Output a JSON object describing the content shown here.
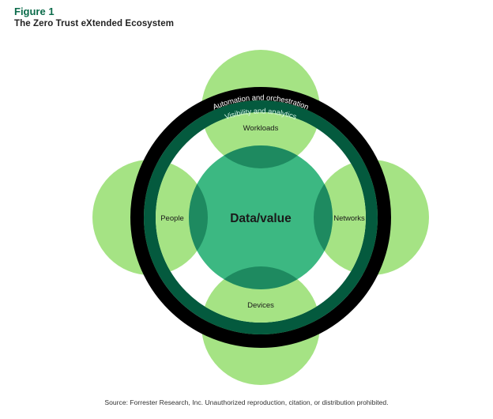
{
  "figure": {
    "label": "Figure 1",
    "title": "The Zero Trust eXtended Ecosystem"
  },
  "diagram": {
    "center": "Data/value",
    "pillars": [
      {
        "id": "workloads",
        "label": "Workloads"
      },
      {
        "id": "people",
        "label": "People"
      },
      {
        "id": "networks",
        "label": "Networks"
      },
      {
        "id": "devices",
        "label": "Devices"
      }
    ],
    "rings": {
      "outer": "Automation and orchestration",
      "inner": "Visibility and analytics"
    },
    "colors": {
      "pillar": "#a5e384",
      "center": "#3cb882",
      "overlap": "#1e8a60",
      "ring_outer": "#000000",
      "ring_inner": "#045a3e",
      "title_accent": "#0b6b4a"
    }
  },
  "source": "Source: Forrester Research, Inc. Unauthorized reproduction, citation, or distribution prohibited."
}
